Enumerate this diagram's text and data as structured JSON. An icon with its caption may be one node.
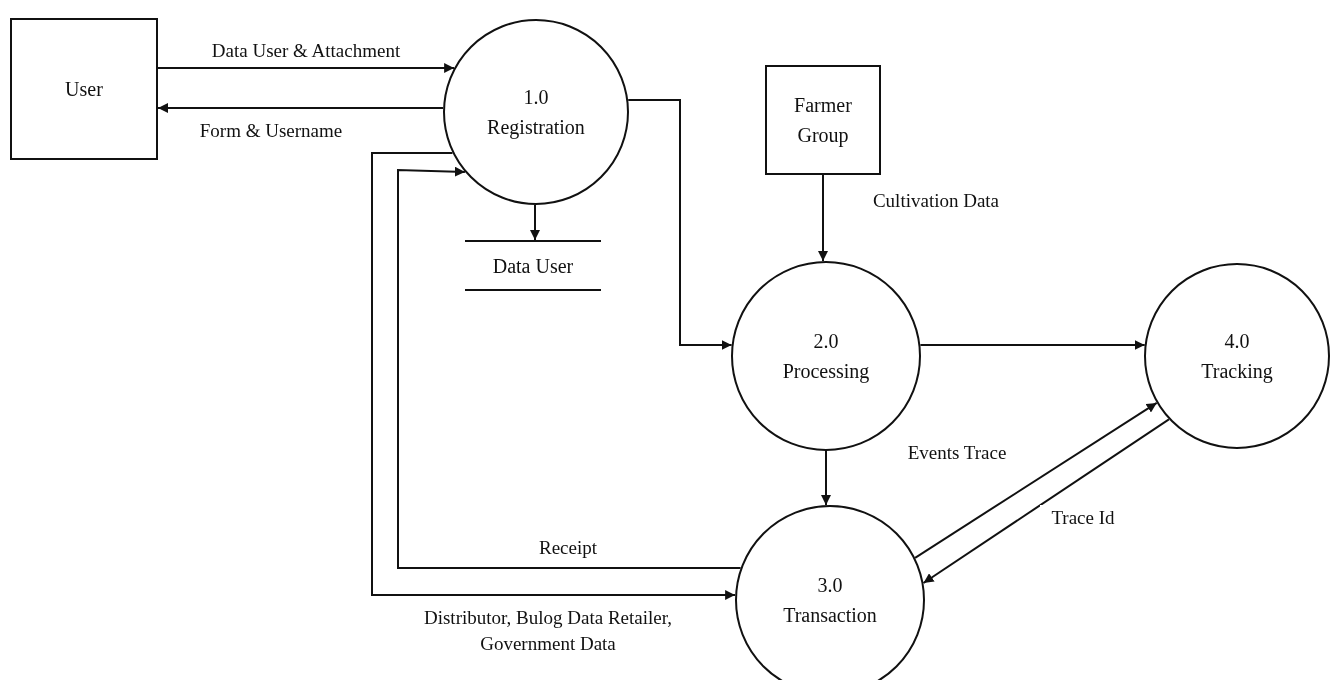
{
  "diagram": {
    "nodes": [
      {
        "text": [
          "User"
        ]
      },
      {
        "text": [
          "1.0 Registration"
        ]
      },
      {
        "text": [
          "Data User"
        ]
      },
      {
        "text": [
          "Farmer Group"
        ]
      },
      {
        "text": [
          "2.0 Processing"
        ]
      },
      {
        "text": [
          "4.0 Tracking"
        ]
      },
      {
        "text": [
          "3.0 Transaction"
        ]
      }
    ],
    "edges": [
      {
        "from": 0,
        "to": 1,
        "arrow": "to",
        "label": "Data User & Attachment"
      },
      {
        "from": 1,
        "to": 0,
        "arrow": "to",
        "label": "Form & Username"
      },
      {
        "from": 1,
        "to": 2,
        "arrow": "to"
      },
      {
        "from": 1,
        "to": 4,
        "arrow": "to"
      },
      {
        "from": 3,
        "to": 4,
        "arrow": "to",
        "label": "Cultivation Data"
      },
      {
        "from": 4,
        "to": 5,
        "arrow": "to"
      },
      {
        "from": 4,
        "to": 6,
        "arrow": "to"
      },
      {
        "from": 5,
        "to": 6,
        "arrow": "to",
        "label": "Trace Id"
      },
      {
        "from": 6,
        "to": 5,
        "arrow": "to",
        "label": "Events Trace"
      },
      {
        "from": 6,
        "to": 1,
        "arrow": "to",
        "label": "Receipt"
      },
      {
        "from": 1,
        "to": 6,
        "arrow": "to",
        "label": "Distributor, Bulog Data Retailer, Government Data"
      }
    ]
  }
}
